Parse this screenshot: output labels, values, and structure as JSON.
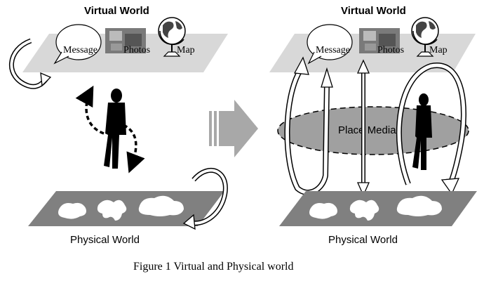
{
  "caption": "Figure 1 Virtual and Physical world",
  "left_panel": {
    "virtual_title": "Virtual  World",
    "physical_title": "Physical World",
    "items": [
      "Message",
      "Photos",
      "Map"
    ]
  },
  "right_panel": {
    "virtual_title": "Virtual  World",
    "physical_title": "Physical World",
    "items": [
      "Message",
      "Photos",
      "Map"
    ],
    "center_label": "Place Media"
  },
  "colors": {
    "virtual_plane": "#d8d8d8",
    "physical_plane": "#808080",
    "place_media": "#a0a0a0",
    "big_arrow": "#a8a8a8"
  },
  "icons": [
    "speech-bubble-icon",
    "photos-icon",
    "globe-icon",
    "person-icon",
    "cloud-blob-icon",
    "fish-blob-icon",
    "circular-arrow-icon",
    "double-arrow-icon",
    "forward-arrow-icon"
  ]
}
